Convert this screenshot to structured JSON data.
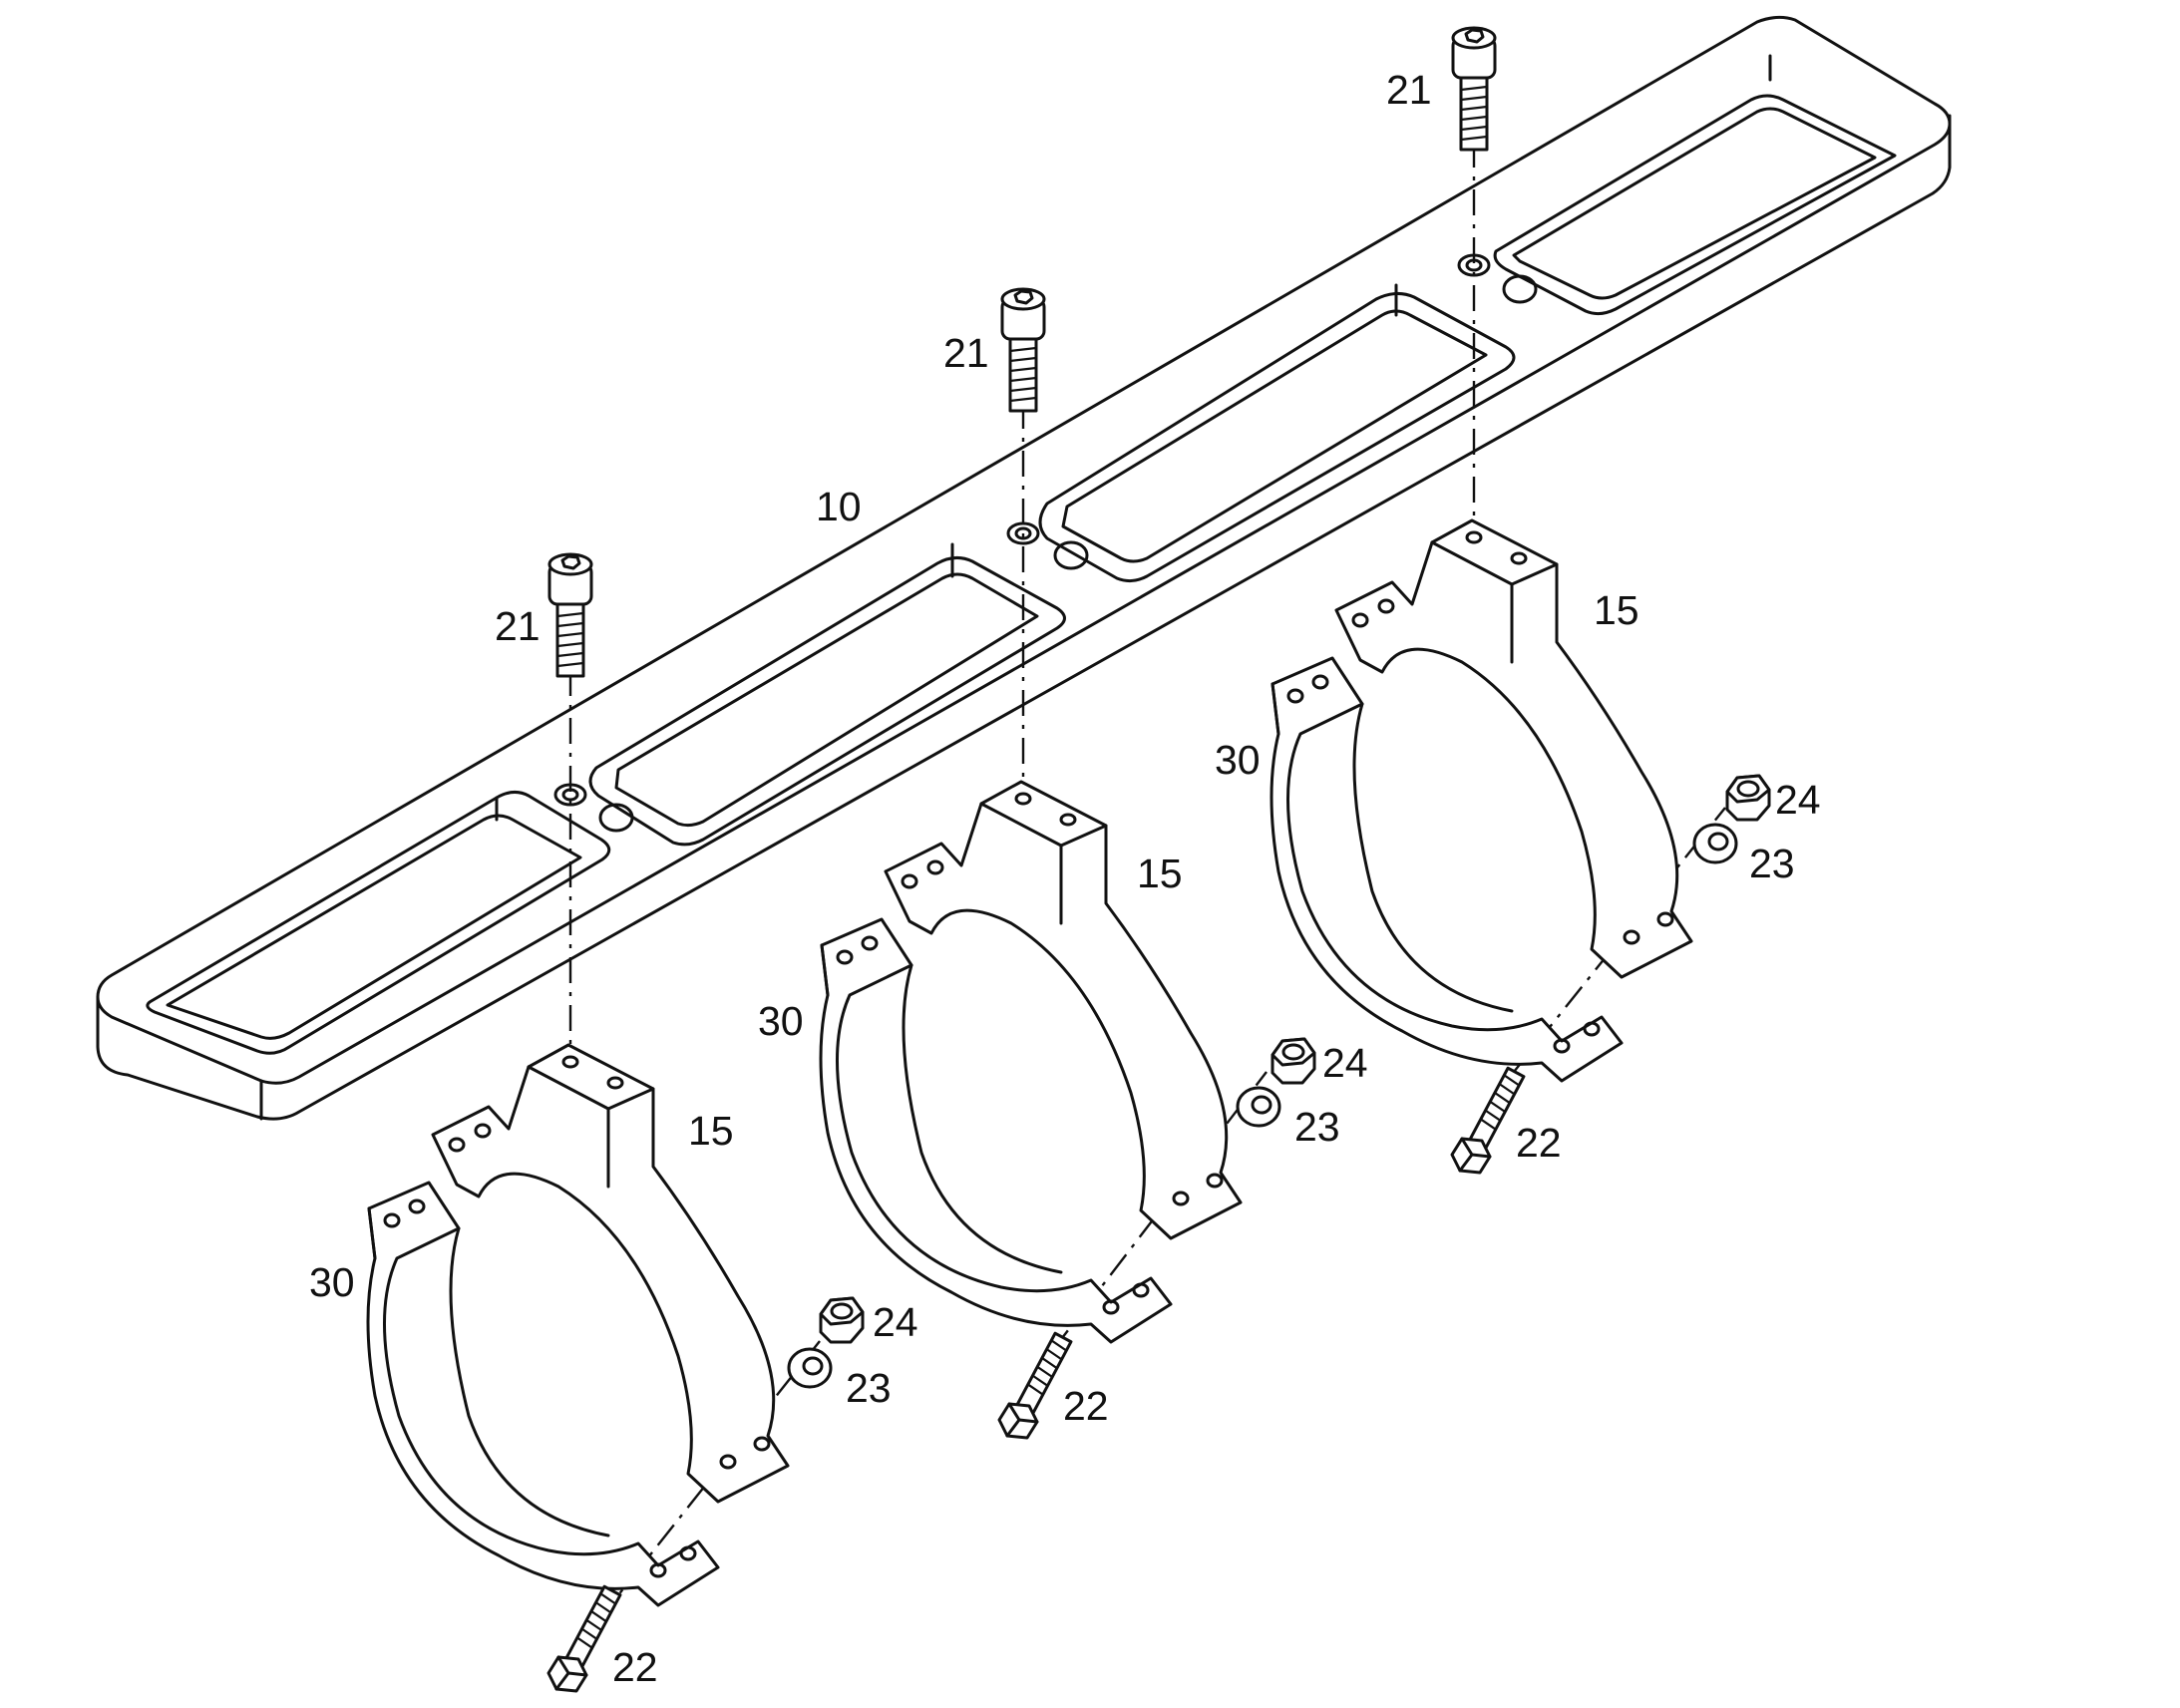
{
  "diagram": {
    "type": "exploded-parts-drawing",
    "callouts": {
      "frame": "10",
      "clamp_upper": "15",
      "clamp_lower": "30",
      "cap_screw": "21",
      "bolt": "22",
      "washer": "23",
      "nut": "24"
    }
  }
}
